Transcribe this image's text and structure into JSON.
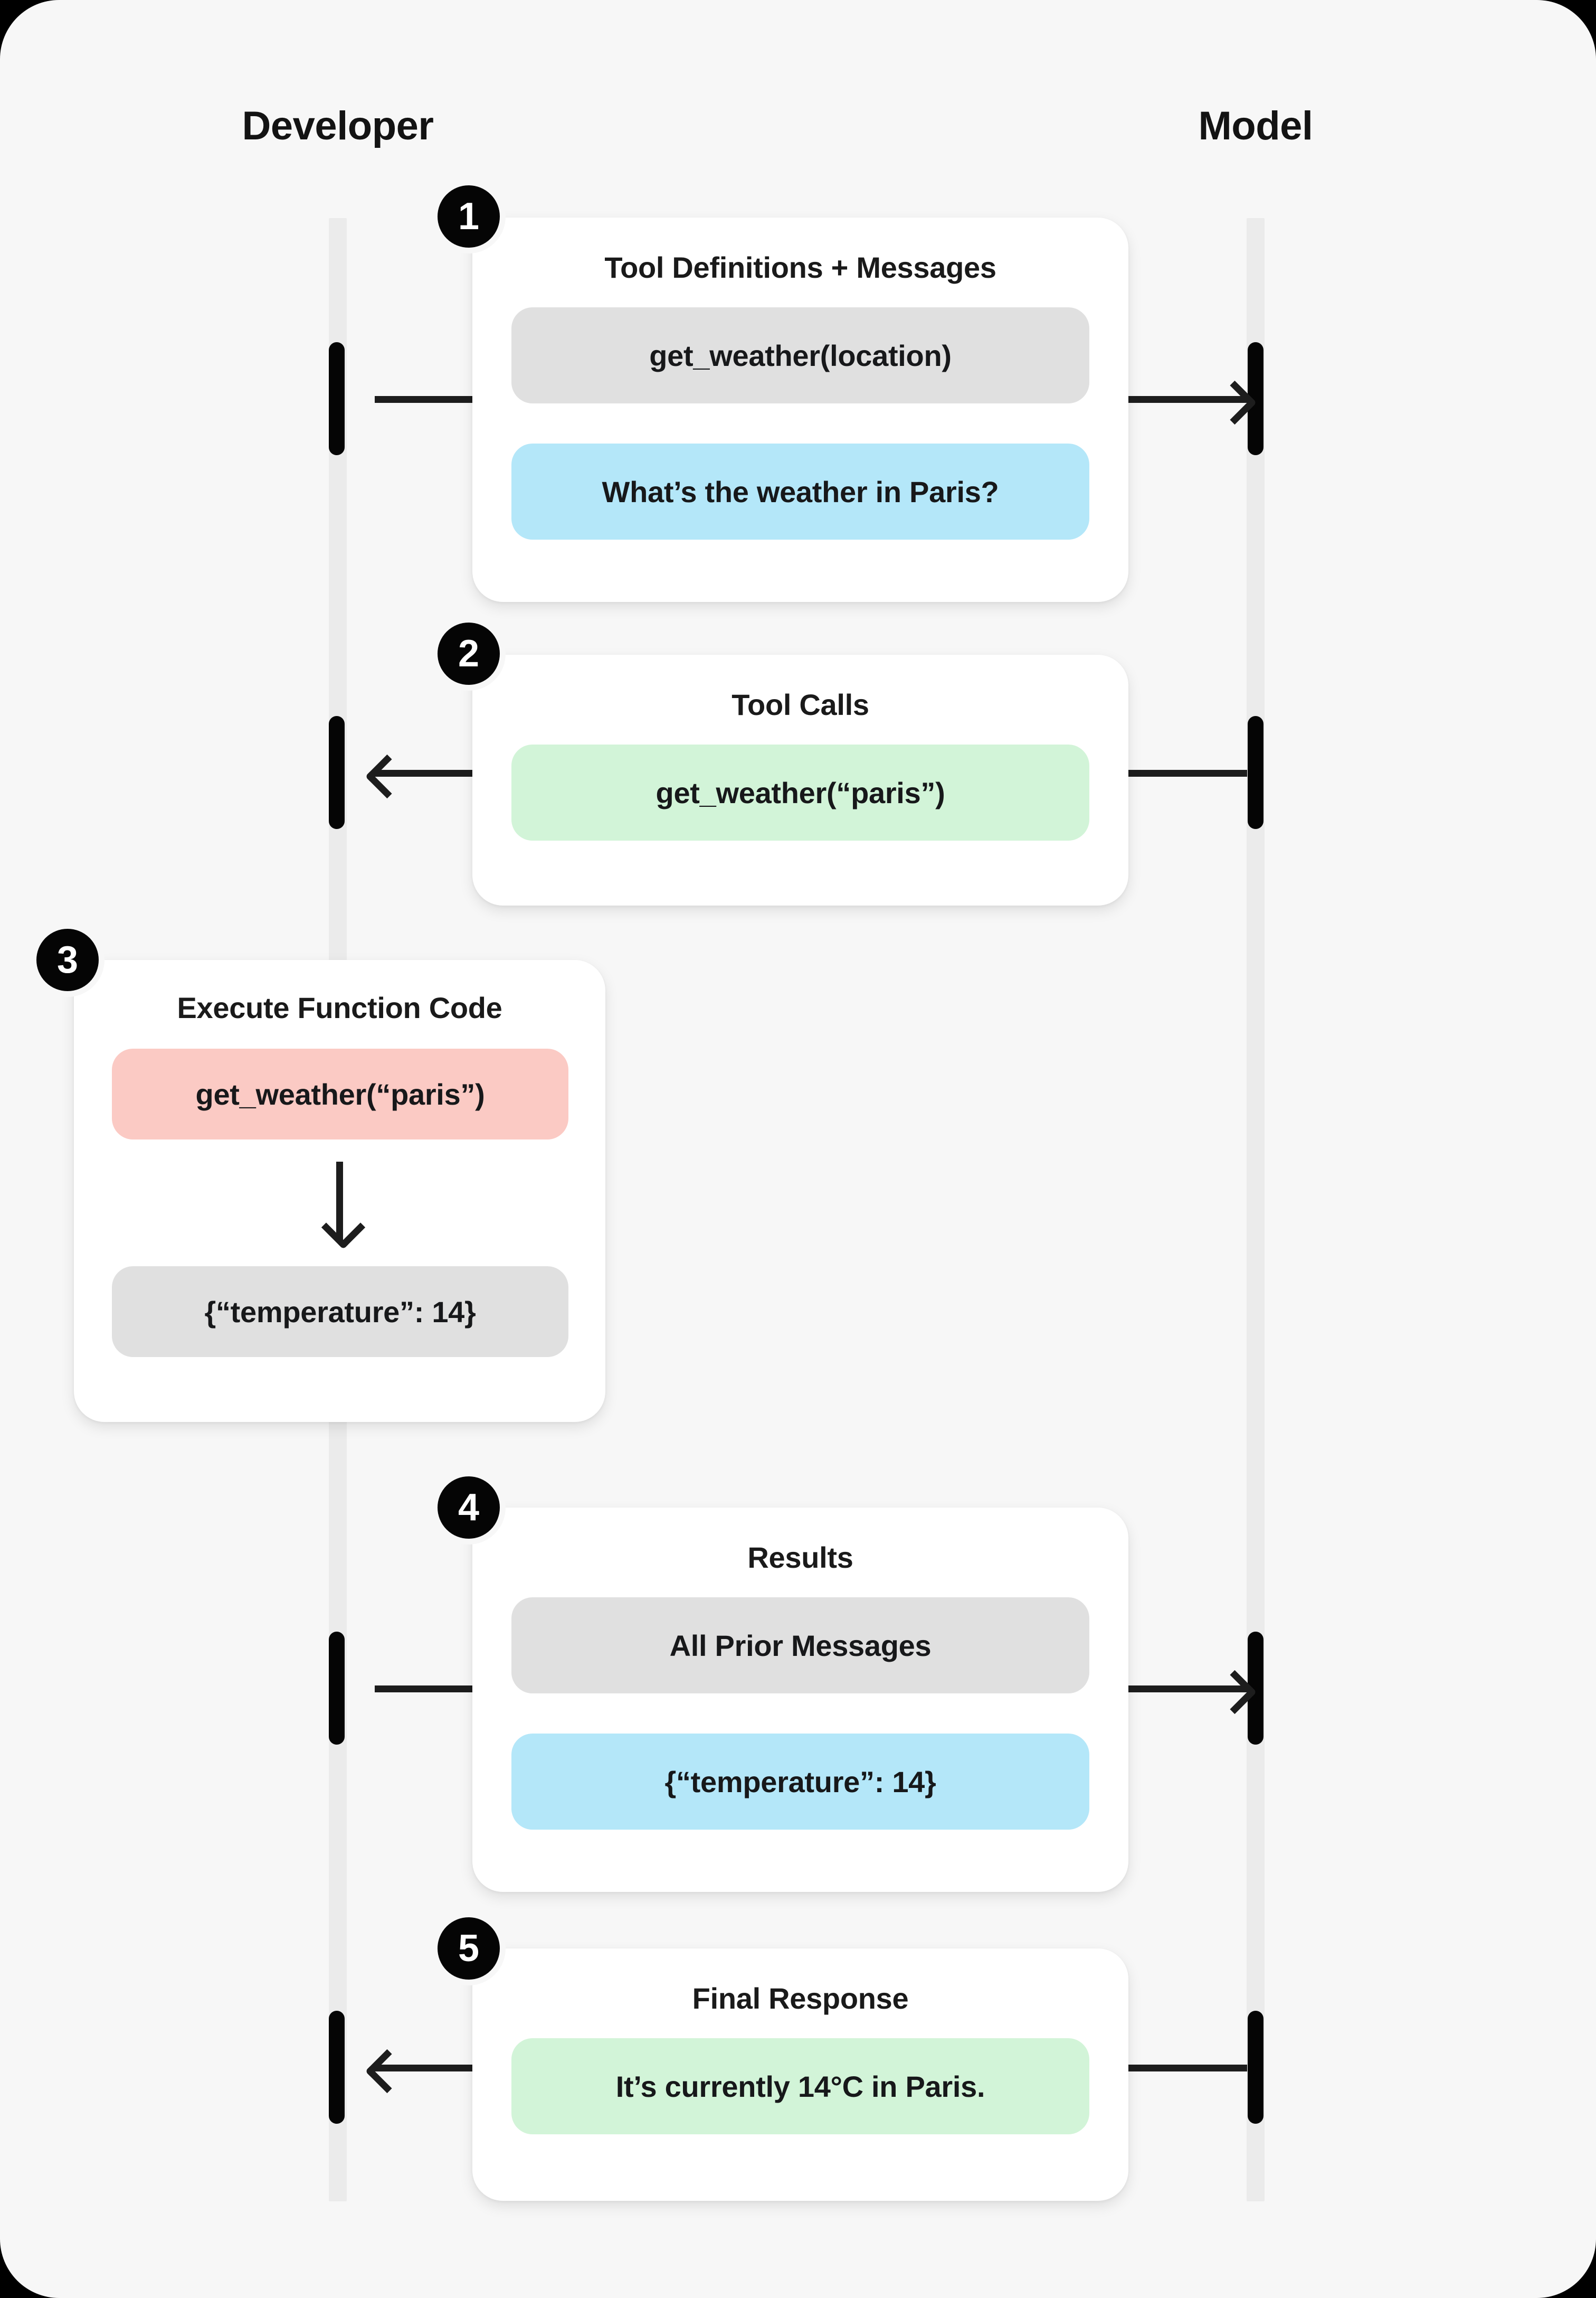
{
  "canvas": {
    "background": "#f7f7f7",
    "outer_background": "#000000"
  },
  "colors": {
    "accent_dark": "#050505",
    "lifeline": "#ebebeb",
    "pill_gray": "#e0e0e0",
    "pill_blue": "#b4e7f9",
    "pill_green": "#d2f4d8",
    "pill_pink": "#fbcac4",
    "card_background": "#ffffff",
    "text": "#17181a"
  },
  "columns": {
    "left": {
      "label": "Developer"
    },
    "right": {
      "label": "Model"
    }
  },
  "steps": [
    {
      "number": "1",
      "title": "Tool Definitions + Messages",
      "direction": "developer-to-model",
      "pills": [
        {
          "text": "get_weather(location)",
          "color": "gray"
        },
        {
          "text": "What’s the weather in Paris?",
          "color": "blue"
        }
      ]
    },
    {
      "number": "2",
      "title": "Tool Calls",
      "direction": "model-to-developer",
      "pills": [
        {
          "text": "get_weather(“paris”)",
          "color": "green"
        }
      ]
    },
    {
      "number": "3",
      "title": "Execute Function Code",
      "direction": "local",
      "pills": [
        {
          "text": "get_weather(“paris”)",
          "color": "pink"
        },
        {
          "text": "{“temperature”: 14}",
          "color": "gray"
        }
      ],
      "connector": "down-arrow"
    },
    {
      "number": "4",
      "title": "Results",
      "direction": "developer-to-model",
      "pills": [
        {
          "text": "All Prior Messages",
          "color": "gray"
        },
        {
          "text": "{“temperature”: 14}",
          "color": "blue"
        }
      ]
    },
    {
      "number": "5",
      "title": "Final Response",
      "direction": "model-to-developer",
      "pills": [
        {
          "text": "It’s currently 14°C in Paris.",
          "color": "green"
        }
      ]
    }
  ]
}
